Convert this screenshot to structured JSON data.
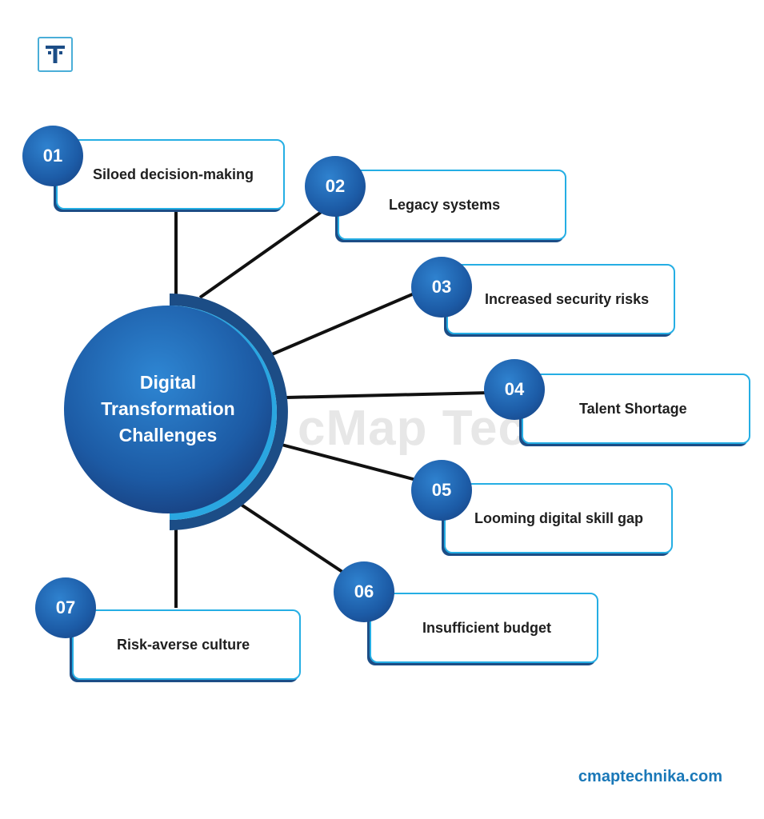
{
  "logo": {
    "letter": "T",
    "icon": "t-logo-icon"
  },
  "watermark": "cMap Technika®",
  "center": {
    "lines": [
      "Digital",
      "Transformation",
      "Challenges"
    ]
  },
  "challenges": [
    {
      "number": "01",
      "label": "Siloed decision-making"
    },
    {
      "number": "02",
      "label": "Legacy systems"
    },
    {
      "number": "03",
      "label": "Increased security risks"
    },
    {
      "number": "04",
      "label": "Talent Shortage"
    },
    {
      "number": "05",
      "label": "Looming digital skill gap"
    },
    {
      "number": "06",
      "label": "Insufficient budget"
    },
    {
      "number": "07",
      "label": "Risk-averse culture"
    }
  ],
  "footer": "cmaptechnika.com",
  "colors": {
    "accent_border": "#25aee4",
    "dark_navy": "#1c4d86",
    "circle_blue": "#1c5ba6",
    "footer_text": "#1a78b8"
  }
}
